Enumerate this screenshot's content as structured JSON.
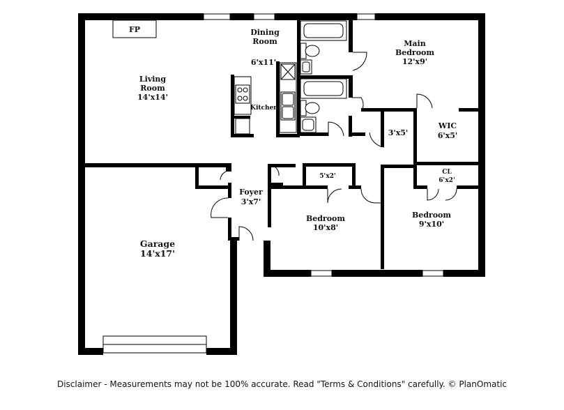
{
  "rooms": {
    "fp": "FP",
    "dining_name": "Dining",
    "dining_name2": "Room",
    "dining_size": "6'x11'",
    "living_name": "Living",
    "living_name2": "Room",
    "living_size": "14'x14'",
    "kitchen": "Kitchen",
    "main_name": "Main",
    "main_name2": "Bedroom",
    "main_size": "12'x9'",
    "hall_size": "3'x5'",
    "wic_name": "WIC",
    "wic_size": "6'x5'",
    "closet_size": "5'x2'",
    "cl_name": "CL",
    "cl_size": "6'x2'",
    "foyer_name": "Foyer",
    "foyer_size": "3'x7'",
    "bedroom1_name": "Bedroom",
    "bedroom1_size": "10'x8'",
    "bedroom2_name": "Bedroom",
    "bedroom2_size": "9'x10'",
    "garage_name": "Garage",
    "garage_size": "14'x17'"
  },
  "disclaimer": "Disclaimer - Measurements may not be 100% accurate. Read \"Terms & Conditions\" carefully. © PlanOmatic"
}
